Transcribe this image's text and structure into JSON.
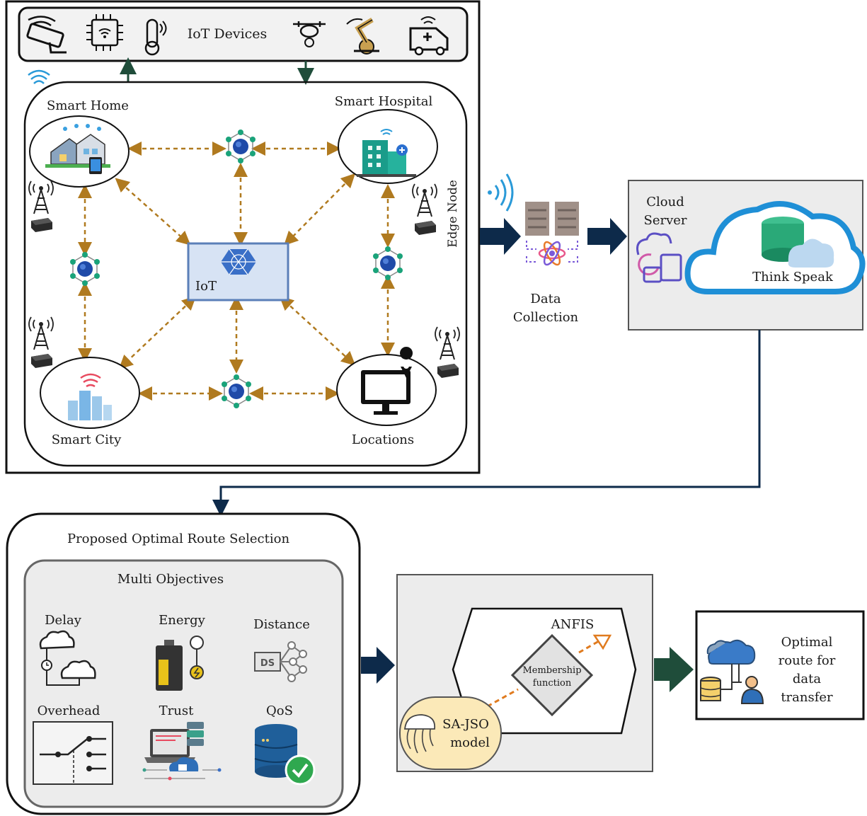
{
  "iot_devices": {
    "label": "IoT Devices"
  },
  "network": {
    "smart_home": "Smart Home",
    "smart_hospital": "Smart Hospital",
    "smart_city": "Smart City",
    "locations": "Locations",
    "iot_center": "IoT",
    "edge_node": "Edge Node"
  },
  "data_collection": {
    "line1": "Data",
    "line2": "Collection"
  },
  "cloud": {
    "line1": "Cloud",
    "line2": "Server",
    "think_speak": "Think Speak"
  },
  "route_selection": {
    "title": "Proposed Optimal Route Selection",
    "multi_objectives": "Multi Objectives",
    "objectives": {
      "delay": "Delay",
      "energy": "Energy",
      "distance": "Distance",
      "overhead": "Overhead",
      "trust": "Trust",
      "qos": "QoS",
      "ds": "DS"
    }
  },
  "model": {
    "anfis": "ANFIS",
    "membership_line1": "Membership",
    "membership_line2": "function",
    "sajso_line1": "SA-JSO",
    "sajso_line2": "model"
  },
  "output": {
    "line1": "Optimal",
    "line2": "route for",
    "line3": "data",
    "line4": "transfer"
  },
  "colors": {
    "dashed_arrow": "#b07a1f",
    "dark_arrow": "#0d2a4a",
    "green_arrow": "#1f4d3a",
    "node_blue": "#1f4aa8",
    "node_green": "#1aa37a",
    "cloud_blue": "#1f8fd6",
    "iot_box": "#d7e3f4",
    "gray_panel": "#ececec",
    "sajso_fill": "#fbe9b8",
    "orange_dash": "#e07b1f"
  }
}
